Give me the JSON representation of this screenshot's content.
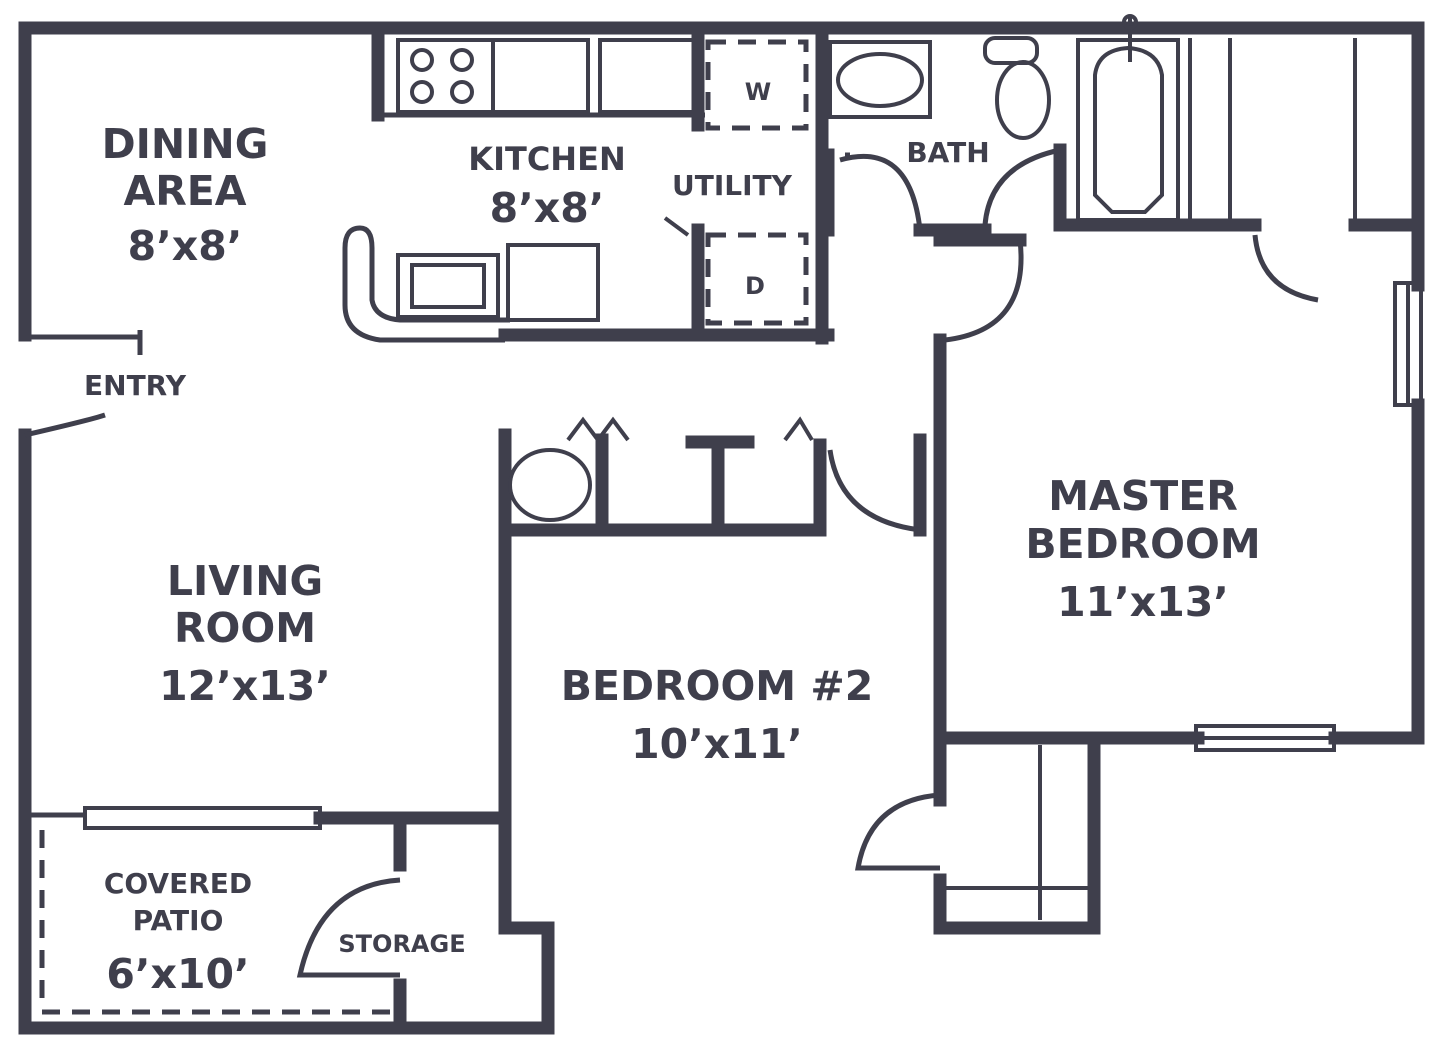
{
  "rooms": {
    "dining": {
      "name_line1": "DINING",
      "name_line2": "AREA",
      "size": "8’x8’"
    },
    "kitchen": {
      "name": "KITCHEN",
      "size": "8’x8’"
    },
    "utility": {
      "name": "UTILITY",
      "washer": "W",
      "dryer": "D"
    },
    "bath": {
      "name": "BATH"
    },
    "entry": {
      "name": "ENTRY"
    },
    "living": {
      "name_line1": "LIVING",
      "name_line2": "ROOM",
      "size": "12’x13’"
    },
    "master": {
      "name_line1": "MASTER",
      "name_line2": "BEDROOM",
      "size": "11’x13’"
    },
    "bedroom2": {
      "name": "BEDROOM #2",
      "size": "10’x11’"
    },
    "patio": {
      "name_line1": "COVERED",
      "name_line2": "PATIO",
      "size": "6’x10’"
    },
    "storage": {
      "name": "STORAGE"
    }
  },
  "colors": {
    "line": "#3f3f4c",
    "background": "#ffffff"
  }
}
